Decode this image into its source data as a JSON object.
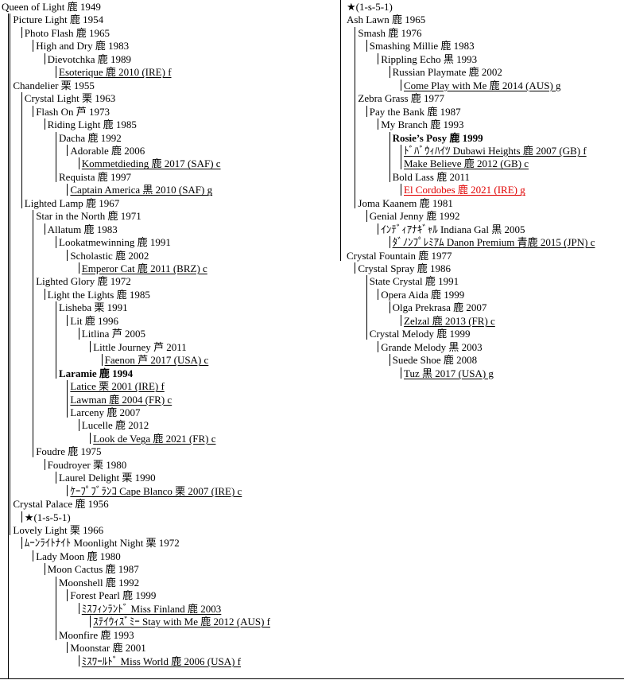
{
  "pedigree": {
    "left": [
      {
        "text": "Queen of Light  鹿 1949",
        "indent": 0,
        "style": ""
      },
      {
        "text": "Picture Light  鹿 1954",
        "indent": 1,
        "style": ""
      },
      {
        "text": "Photo Flash  鹿 1965",
        "indent": 2,
        "style": ""
      },
      {
        "text": "High and Dry  鹿 1983",
        "indent": 3,
        "style": ""
      },
      {
        "text": "Dievotchka  鹿 1989",
        "indent": 4,
        "style": ""
      },
      {
        "text": "Esoterique  鹿 2010 (IRE) f",
        "indent": 5,
        "style": "u"
      },
      {
        "text": "Chandelier  栗 1955",
        "indent": 1,
        "style": ""
      },
      {
        "text": "Crystal Light  栗 1963",
        "indent": 2,
        "style": ""
      },
      {
        "text": "Flash On  芦 1973",
        "indent": 3,
        "style": ""
      },
      {
        "text": "Riding Light  鹿 1985",
        "indent": 4,
        "style": ""
      },
      {
        "text": "Dacha  鹿 1992",
        "indent": 5,
        "style": ""
      },
      {
        "text": "Adorable  鹿 2006",
        "indent": 6,
        "style": ""
      },
      {
        "text": "Kommetdieding  鹿 2017 (SAF) c",
        "indent": 7,
        "style": "u"
      },
      {
        "text": "Requista  鹿 1997",
        "indent": 5,
        "style": ""
      },
      {
        "text": "Captain America  黒 2010 (SAF) g",
        "indent": 6,
        "style": "u"
      },
      {
        "text": "Lighted Lamp  鹿 1967",
        "indent": 2,
        "style": ""
      },
      {
        "text": "Star in the North  鹿 1971",
        "indent": 3,
        "style": ""
      },
      {
        "text": "Allatum  鹿 1983",
        "indent": 4,
        "style": ""
      },
      {
        "text": "Lookatmewinning  鹿 1991",
        "indent": 5,
        "style": ""
      },
      {
        "text": "Scholastic  鹿 2002",
        "indent": 6,
        "style": ""
      },
      {
        "text": "Emperor Cat  鹿 2011 (BRZ) c",
        "indent": 7,
        "style": "u"
      },
      {
        "text": "Lighted Glory  鹿 1972",
        "indent": 3,
        "style": ""
      },
      {
        "text": "Light the Lights  鹿 1985",
        "indent": 4,
        "style": ""
      },
      {
        "text": "Lisheba  栗 1991",
        "indent": 5,
        "style": ""
      },
      {
        "text": "Lit  鹿 1996",
        "indent": 6,
        "style": ""
      },
      {
        "text": "Litlina  芦 2005",
        "indent": 7,
        "style": ""
      },
      {
        "text": "Little Journey  芦 2011",
        "indent": 8,
        "style": ""
      },
      {
        "text": "Faenon  芦 2017 (USA) c",
        "indent": 9,
        "style": "u"
      },
      {
        "text": "Laramie  鹿 1994",
        "indent": 5,
        "style": "b"
      },
      {
        "text": "Latice  栗 2001 (IRE) f",
        "indent": 6,
        "style": "u"
      },
      {
        "text": "Lawman  鹿 2004 (FR) c",
        "indent": 6,
        "style": "u"
      },
      {
        "text": "Larceny  鹿 2007",
        "indent": 6,
        "style": ""
      },
      {
        "text": "Lucelle  鹿 2012",
        "indent": 7,
        "style": ""
      },
      {
        "text": "Look de Vega  鹿 2021 (FR) c",
        "indent": 8,
        "style": "u"
      },
      {
        "text": "Foudre  鹿 1975",
        "indent": 3,
        "style": ""
      },
      {
        "text": "Foudroyer  栗 1980",
        "indent": 4,
        "style": ""
      },
      {
        "text": "Laurel Delight  栗 1990",
        "indent": 5,
        "style": ""
      },
      {
        "text": "ｹｰﾌﾟﾌﾞﾗﾝｺ Cape Blanco  栗 2007 (IRE) c",
        "indent": 6,
        "style": "u"
      },
      {
        "text": "Crystal Palace  鹿 1956",
        "indent": 1,
        "style": ""
      },
      {
        "text": "★(1-s-5-1)",
        "indent": 2,
        "style": ""
      },
      {
        "text": "Lovely Light  栗 1966",
        "indent": 1,
        "style": ""
      },
      {
        "text": "ﾑｰﾝﾗｲﾄﾅｲﾄ Moonlight Night  栗 1972",
        "indent": 2,
        "style": ""
      },
      {
        "text": "Lady Moon  鹿 1980",
        "indent": 3,
        "style": ""
      },
      {
        "text": "Moon Cactus  鹿 1987",
        "indent": 4,
        "style": ""
      },
      {
        "text": "Moonshell  鹿 1992",
        "indent": 5,
        "style": ""
      },
      {
        "text": "Forest Pearl  鹿 1999",
        "indent": 6,
        "style": ""
      },
      {
        "text": "ﾐｽﾌｨﾝﾗﾝﾄﾞ Miss Finland  鹿 2003",
        "indent": 7,
        "style": "u"
      },
      {
        "text": "ｽﾃｲｳｨｽﾞﾐｰ Stay with Me  鹿 2012 (AUS) f",
        "indent": 8,
        "style": "u"
      },
      {
        "text": "Moonfire  鹿 1993",
        "indent": 5,
        "style": ""
      },
      {
        "text": "Moonstar  鹿 2001",
        "indent": 6,
        "style": ""
      },
      {
        "text": "ﾐｽﾜｰﾙﾄﾞ Miss World  鹿 2006 (USA) f",
        "indent": 7,
        "style": "u"
      }
    ],
    "right": [
      {
        "text": "★(1-s-5-1)",
        "indent": 0,
        "style": ""
      },
      {
        "text": "Ash Lawn  鹿 1965",
        "indent": 0,
        "style": ""
      },
      {
        "text": "Smash  鹿 1976",
        "indent": 1,
        "style": ""
      },
      {
        "text": "Smashing Millie  鹿 1983",
        "indent": 2,
        "style": ""
      },
      {
        "text": "Rippling Echo  黒 1993",
        "indent": 3,
        "style": ""
      },
      {
        "text": "Russian Playmate  鹿 2002",
        "indent": 4,
        "style": ""
      },
      {
        "text": "Come Play with Me  鹿 2014 (AUS) g",
        "indent": 5,
        "style": "u"
      },
      {
        "text": "Zebra Grass  鹿 1977",
        "indent": 1,
        "style": ""
      },
      {
        "text": "Pay the Bank  鹿 1987",
        "indent": 2,
        "style": ""
      },
      {
        "text": "My Branch  鹿 1993",
        "indent": 3,
        "style": ""
      },
      {
        "text": "Rosie’s Posy  鹿 1999",
        "indent": 4,
        "style": "b"
      },
      {
        "text": "ﾄﾞﾊﾞｳｨﾊｲﾂ Dubawi Heights  鹿 2007 (GB) f",
        "indent": 5,
        "style": "u"
      },
      {
        "text": "Make Believe  鹿 2012 (GB) c",
        "indent": 5,
        "style": "u"
      },
      {
        "text": "Bold Lass  鹿 2011",
        "indent": 4,
        "style": ""
      },
      {
        "text": "El Cordobes  鹿 2021 (IRE) g",
        "indent": 5,
        "style": "u red"
      },
      {
        "text": "Joma Kaanem  鹿 1981",
        "indent": 1,
        "style": ""
      },
      {
        "text": "Genial Jenny  鹿 1992",
        "indent": 2,
        "style": ""
      },
      {
        "text": "ｲﾝﾃﾞｨｱﾅｷﾞｬﾙ Indiana Gal  黒 2005",
        "indent": 3,
        "style": ""
      },
      {
        "text": "ﾀﾞﾉﾝﾌﾟﾚﾐｱﾑ Danon Premium  青鹿 2015 (JPN) c",
        "indent": 4,
        "style": "u"
      },
      {
        "text": "Crystal Fountain  鹿 1977",
        "indent": 0,
        "style": ""
      },
      {
        "text": "Crystal Spray  鹿 1986",
        "indent": 1,
        "style": ""
      },
      {
        "text": "State Crystal  鹿 1991",
        "indent": 2,
        "style": ""
      },
      {
        "text": "Opera Aida  鹿 1999",
        "indent": 3,
        "style": ""
      },
      {
        "text": "Olga Prekrasa  鹿 2007",
        "indent": 4,
        "style": ""
      },
      {
        "text": "Zelzal  鹿 2013 (FR) c",
        "indent": 5,
        "style": "u"
      },
      {
        "text": "Crystal Melody  鹿 1999",
        "indent": 2,
        "style": ""
      },
      {
        "text": "Grande Melody  黒 2003",
        "indent": 3,
        "style": ""
      },
      {
        "text": "Suede Shoe  鹿 2008",
        "indent": 4,
        "style": ""
      },
      {
        "text": "Tuz  黒 2017 (USA) g",
        "indent": 5,
        "style": "u"
      }
    ]
  }
}
